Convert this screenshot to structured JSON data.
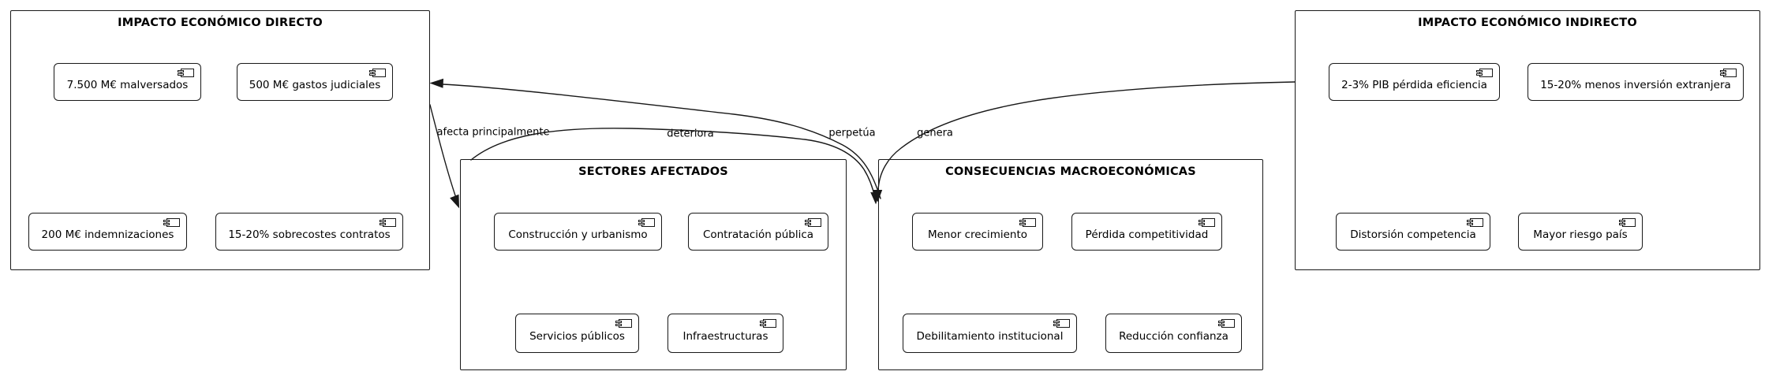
{
  "diagram": {
    "packages": [
      {
        "title": "IMPACTO ECONÓMICO DIRECTO",
        "components": [
          "7.500 M€ malversados",
          "500 M€ gastos judiciales",
          "200 M€ indemnizaciones",
          "15-20% sobrecostes contratos"
        ]
      },
      {
        "title": "SECTORES AFECTADOS",
        "components": [
          "Construcción y urbanismo",
          "Contratación pública",
          "Servicios públicos",
          "Infraestructuras"
        ]
      },
      {
        "title": "CONSECUENCIAS MACROECONÓMICAS",
        "components": [
          "Menor crecimiento",
          "Pérdida competitividad",
          "Debilitamiento institucional",
          "Reducción confianza"
        ]
      },
      {
        "title": "IMPACTO ECONÓMICO INDIRECTO",
        "components": [
          "2-3% PIB pérdida eficiencia",
          "15-20% menos inversión extranjera",
          "Distorsión competencia",
          "Mayor riesgo país"
        ]
      }
    ],
    "edges": [
      {
        "from": "IMPACTO ECONÓMICO DIRECTO",
        "to": "SECTORES AFECTADOS",
        "label": "afecta principalmente"
      },
      {
        "from": "SECTORES AFECTADOS",
        "to": "CONSECUENCIAS MACROECONÓMICAS",
        "label": "deteriora"
      },
      {
        "from": "CONSECUENCIAS MACROECONÓMICAS",
        "to": "IMPACTO ECONÓMICO DIRECTO",
        "label": "perpetúa"
      },
      {
        "from": "IMPACTO ECONÓMICO INDIRECTO",
        "to": "CONSECUENCIAS MACROECONÓMICAS",
        "label": "genera"
      }
    ],
    "colors": {
      "line": "#181818",
      "border": "#181818",
      "box_fill": "#ffffff",
      "background": "#ffffff",
      "text": "#000000"
    }
  }
}
